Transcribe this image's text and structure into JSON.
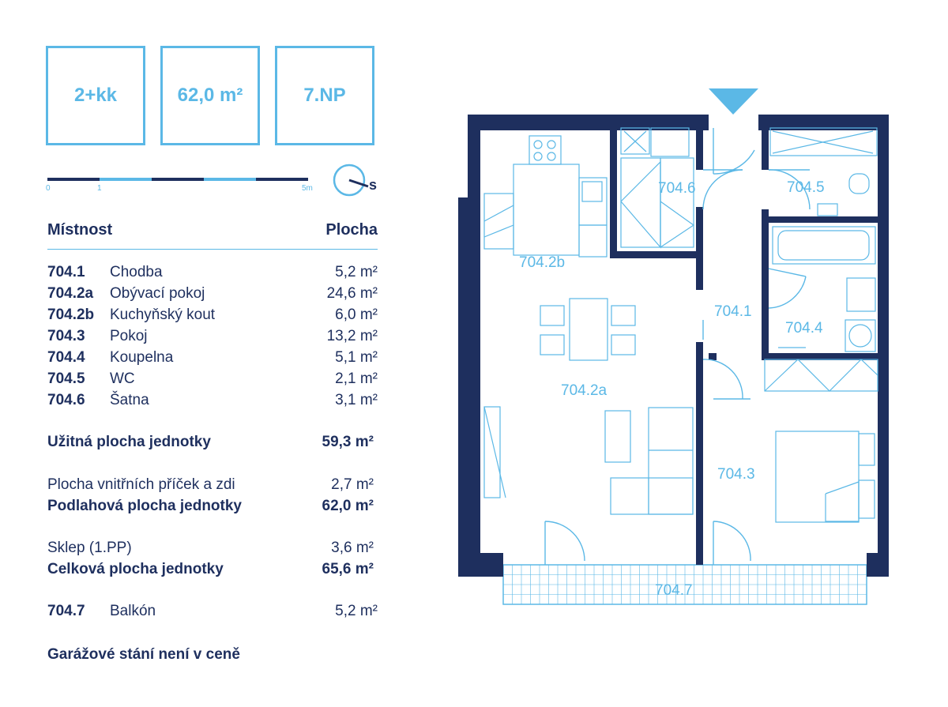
{
  "badges": {
    "layout": "2+kk",
    "area": "62,0 m²",
    "floor": "7.NP"
  },
  "scale": {
    "start": "0",
    "mark": "1",
    "end": "5m"
  },
  "compass": {
    "label": "S"
  },
  "table": {
    "header_room": "Místnost",
    "header_area": "Plocha",
    "rooms": [
      {
        "code": "704.1",
        "name": "Chodba",
        "area": "5,2 m²"
      },
      {
        "code": "704.2a",
        "name": "Obývací pokoj",
        "area": "24,6 m²"
      },
      {
        "code": "704.2b",
        "name": "Kuchyňský kout",
        "area": "6,0 m²"
      },
      {
        "code": "704.3",
        "name": "Pokoj",
        "area": "13,2 m²"
      },
      {
        "code": "704.4",
        "name": "Koupelna",
        "area": "5,1 m²"
      },
      {
        "code": "704.5",
        "name": "WC",
        "area": "2,1 m²"
      },
      {
        "code": "704.6",
        "name": "Šatna",
        "area": "3,1 m²"
      }
    ]
  },
  "summary": {
    "usable_label": "Užitná plocha jednotky",
    "usable_value": "59,3 m²",
    "partitions_label": "Plocha vnitřních příček a zdi",
    "partitions_value": "2,7 m²",
    "floor_label": "Podlahová plocha jednotky",
    "floor_value": "62,0 m²",
    "cellar_label": "Sklep (1.PP)",
    "cellar_value": "3,6 m²",
    "total_label": "Celková plocha jednotky",
    "total_value": "65,6 m²",
    "balcony_code": "704.7",
    "balcony_name": "Balkón",
    "balcony_value": "5,2 m²",
    "garage_note": "Garážové stání není v ceně"
  },
  "plan": {
    "rooms": {
      "r7041": "704.1",
      "r7042a": "704.2a",
      "r7042b": "704.2b",
      "r7043": "704.3",
      "r7044": "704.4",
      "r7045": "704.5",
      "r7046": "704.6",
      "r7047": "704.7"
    },
    "wall_color": "#1e2f5e",
    "line_color": "#5bb8e6"
  }
}
